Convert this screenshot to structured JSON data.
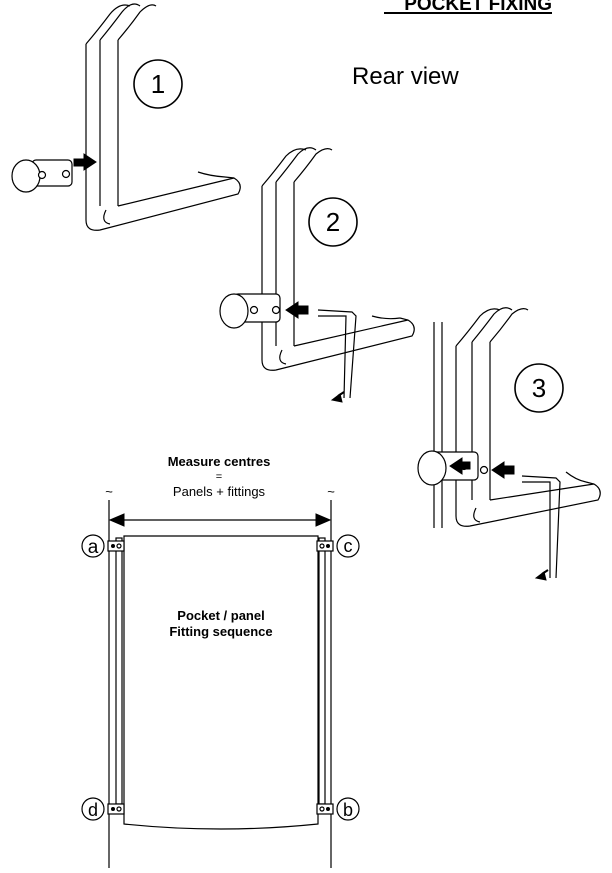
{
  "title": "POCKET FIXING",
  "subtitle": "Rear view",
  "steps": [
    "1",
    "2",
    "3"
  ],
  "measure": {
    "heading": "Measure centres",
    "equals": "=",
    "detail": "Panels + fittings"
  },
  "panel": {
    "line1": "Pocket / panel",
    "line2": "Fitting sequence"
  },
  "corners": {
    "a": "a",
    "b": "b",
    "c": "c",
    "d": "d"
  },
  "tilde": "~"
}
